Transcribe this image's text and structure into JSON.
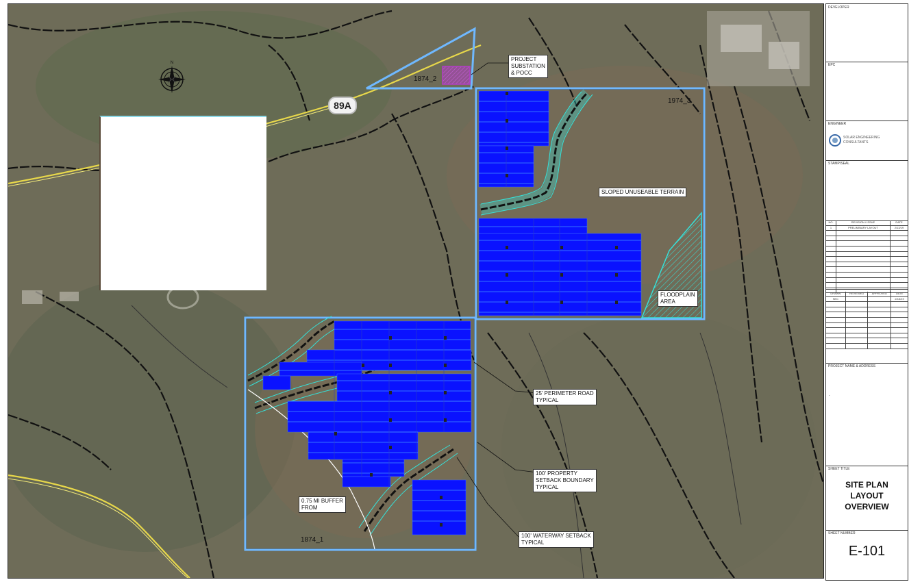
{
  "map": {
    "highway": "89A",
    "parcels": {
      "north": "1874_2",
      "northeast": "1974_3",
      "south": "1874_1"
    },
    "callouts": {
      "substation": "PROJECT\nSUBSTATION\n& POCC",
      "sloped": "SLOPED UNUSEABLE TERRAIN",
      "floodplain": "FLOODPLAIN\nAREA",
      "perimeter_road": "25' PERIMETER ROAD\nTYPICAL",
      "property_setback": "100' PROPERTY\nSETBACK BOUNDARY\nTYPICAL",
      "waterway_setback": "100' WATERWAY SETBACK\nTYPICAL",
      "buffer": "0.75 MI BUFFER\nFROM"
    },
    "colors": {
      "panel": "#0a12ff",
      "boundary": "#6fb8ff",
      "setback": "#36e0d8",
      "substation": "#b43cc8",
      "road": "#e8d84a"
    }
  },
  "title_block": {
    "developer_label": "DEVELOPER",
    "epc_label": "EPC",
    "engineer_label": "ENGINEER",
    "engineer_logo_text": "SOLAR ENGINEERING\nCONSULTANTS",
    "stamp_label": "STAMP/SEAL",
    "rev_headers": [
      "NO.",
      "REVISION / ISSUE",
      "DATE"
    ],
    "rev_rows": [
      [
        "1",
        "PRELIMINARY LAYOUT",
        "2/13/19"
      ]
    ],
    "drawn_headers": [
      "DRAWN",
      "REVIEWED",
      "APPROVED",
      "DATE"
    ],
    "drawn_rows": [
      [
        "SEC",
        "",
        "",
        "2/13/19"
      ]
    ],
    "project_label": "PROJECT NAME & ADDRESS",
    "project_value": ".",
    "sheet_title_label": "SHEET TITLE",
    "sheet_title": "SITE PLAN\nLAYOUT\nOVERVIEW",
    "sheet_number_label": "SHEET NUMBER",
    "sheet_number": "E-101"
  }
}
